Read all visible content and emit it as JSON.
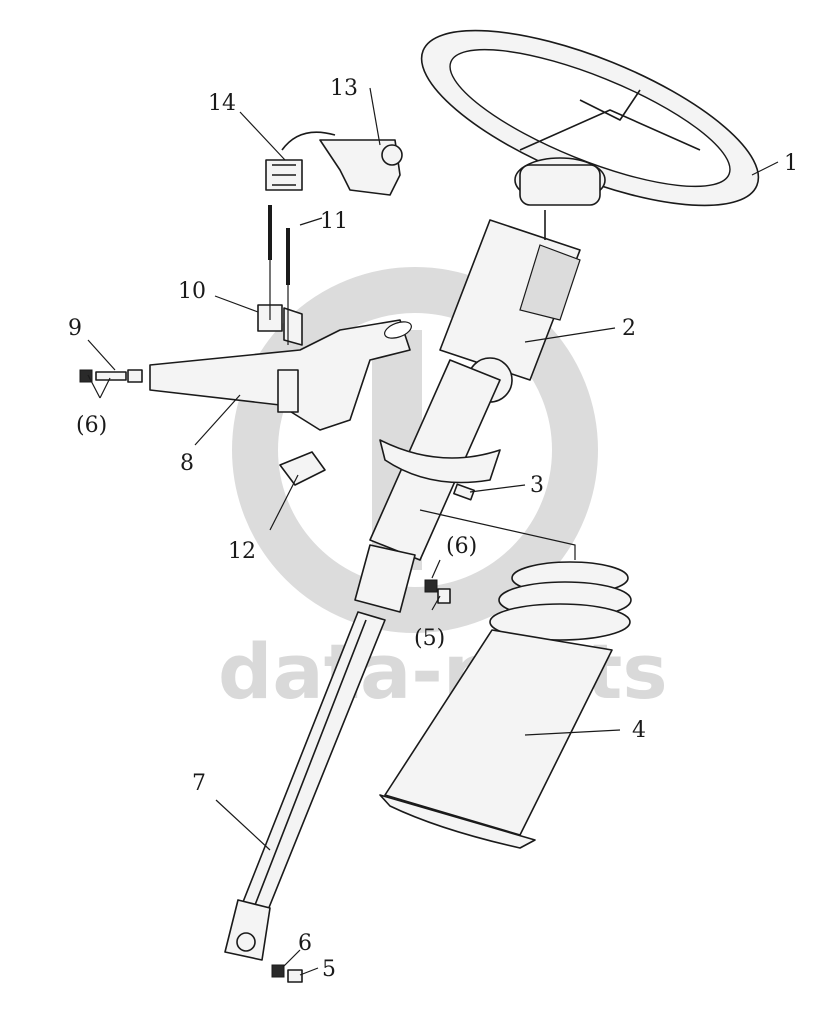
{
  "watermark": {
    "text": "data-parts",
    "color": "#d9d9d9"
  },
  "callouts": {
    "c1": "1",
    "c2": "2",
    "c3": "3",
    "c4": "4",
    "c5_bottom": "5",
    "c5_mid": "(5)",
    "c6_bottom": "6",
    "c6_mid": "(6)",
    "c6_left": "(6)",
    "c7": "7",
    "c8": "8",
    "c9": "9",
    "c10": "10",
    "c11": "11",
    "c12": "12",
    "c13": "13",
    "c14": "14"
  },
  "icons": {
    "steering_wheel": "steering-wheel-icon",
    "column_housing": "steering-column-housing-icon",
    "boot": "rubber-boot-icon",
    "shaft": "steering-shaft-icon"
  }
}
